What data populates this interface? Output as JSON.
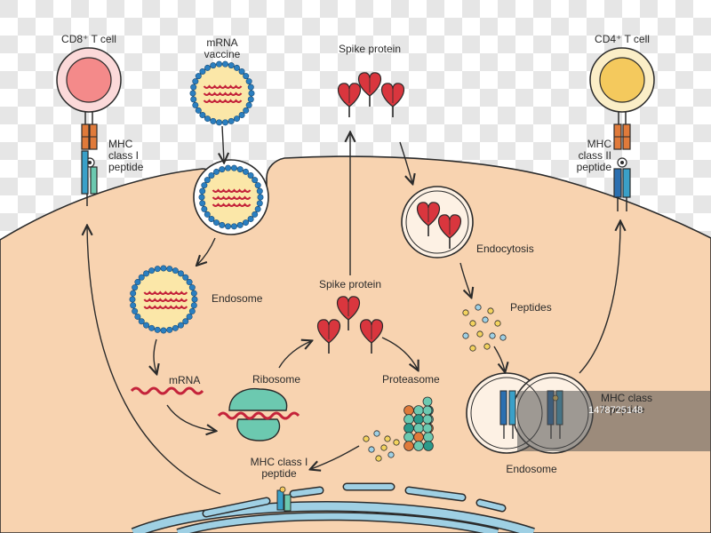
{
  "labels": {
    "cd8_cell": "CD8⁺ T cell",
    "cd4_cell": "CD4⁺ T cell",
    "mrna_vaccine": "mRNA vaccine",
    "spike_top": "Spike protein",
    "spike_mid": "Spike protein",
    "mhc1_top": "MHC class I peptide",
    "mhc2_top": "MHC class II peptide",
    "endosome_left": "Endosome",
    "endocytosis": "Endocytosis",
    "peptides": "Peptides",
    "mrna": "mRNA",
    "ribosome": "Ribosome",
    "proteasome": "Proteasome",
    "mhc1_bottom": "MHC class I peptide",
    "mhc2_right": "MHC class II peptide",
    "endosome_right": "Endosome"
  },
  "watermark": {
    "id_text": "1478725148"
  },
  "colors": {
    "cytoplasm": "#f8d3b0",
    "outline": "#2b2b2b",
    "cd8": "#f48a8a",
    "cd4": "#f4c95d",
    "lipid_blue": "#2b7fc0",
    "rna_red": "#c4233a",
    "spike": "#d9363e",
    "ribosome": "#6cc9b0",
    "nucleus": "#9fd0e4"
  }
}
